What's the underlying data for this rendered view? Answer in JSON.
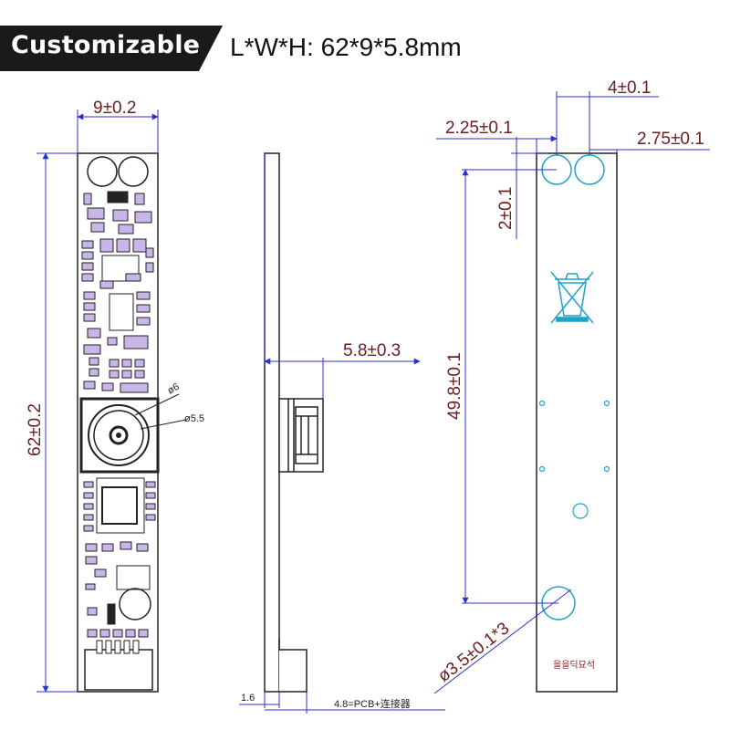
{
  "header": {
    "badge_label": "Customizable",
    "spec_label": "L*W*H:",
    "spec_value": "62*9*5.8mm"
  },
  "front_view": {
    "width_dim": "9±0.2",
    "length_dim": "62±0.2",
    "lens_outer": "ø6",
    "lens_inner": "ø5.5"
  },
  "side_view": {
    "height_dim": "5.8±0.3",
    "pcb_thickness": "1.6",
    "pcb_connector_note": "4.8=PCB+连接器"
  },
  "back_view": {
    "hole_spacing": "4±0.1",
    "left_offset": "2.25±0.1",
    "right_offset": "2.75±0.1",
    "top_offset": "2±0.1",
    "hole_distance": "49.8±0.1",
    "hole_diameter": "ø3.5±0.1*3",
    "silkscreen": "을을딕묘석"
  },
  "colors": {
    "badge_bg": "#1a1a1a",
    "dimension_line": "#2b32c8",
    "dimension_text": "#6b1e1e",
    "hole_outline": "#1fa3c9",
    "outline": "#222222",
    "component_fill": "#c9b6e8"
  }
}
